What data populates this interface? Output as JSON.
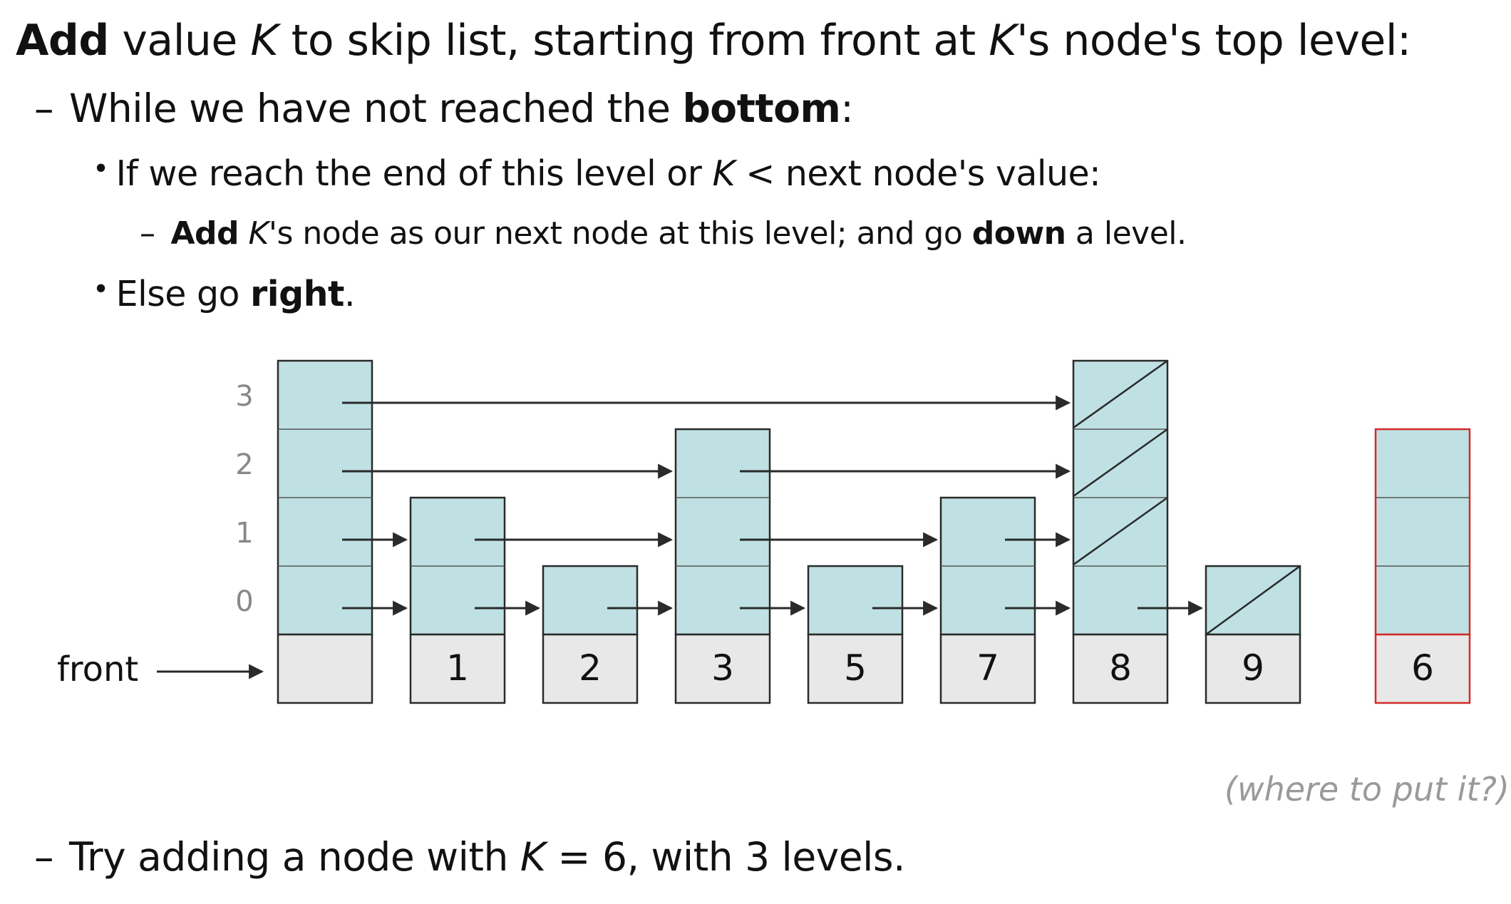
{
  "slide": {
    "line1": {
      "b1": "Add",
      "t1": " value ",
      "k1": "K",
      "t2": " to skip list, starting from front at ",
      "k2": "K",
      "t3": "'s node's top level:"
    },
    "line2": {
      "dash": "–",
      "t1": "While we have not reached the ",
      "b1": "bottom",
      "t2": ":"
    },
    "line3": {
      "bullet": "•",
      "t1": "If we reach the end of this level or ",
      "k1": "K",
      "t2": " < next node's value:"
    },
    "line4": {
      "dash": "–",
      "b1": "Add",
      "t0": " ",
      "k1": "K",
      "t1": "'s node as our next node at this level;  and go ",
      "b2": "down",
      "t2": " a level."
    },
    "line5": {
      "bullet": "•",
      "t1": "Else go ",
      "b1": "right",
      "t2": "."
    },
    "line6": {
      "dash": "–",
      "t1": "Try adding a node with ",
      "k1": "K",
      "t2": " = 6, with 3 levels."
    },
    "note": "(where to put it?)"
  },
  "diagram": {
    "level_labels": [
      "3",
      "2",
      "1",
      "0"
    ],
    "front_label": "front",
    "nodes": [
      {
        "value": "",
        "levels": 4
      },
      {
        "value": "1",
        "levels": 2
      },
      {
        "value": "2",
        "levels": 1
      },
      {
        "value": "3",
        "levels": 3
      },
      {
        "value": "5",
        "levels": 1
      },
      {
        "value": "7",
        "levels": 2
      },
      {
        "value": "8",
        "levels": 4
      },
      {
        "value": "9",
        "levels": 1
      }
    ],
    "new_node": {
      "value": "6",
      "levels": 3
    },
    "colors": {
      "fill": "#bfe1e3",
      "value_fill": "#e8e8e8",
      "stroke": "#2a2a2a",
      "highlight": "#d42a2a",
      "label": "#888888"
    }
  }
}
